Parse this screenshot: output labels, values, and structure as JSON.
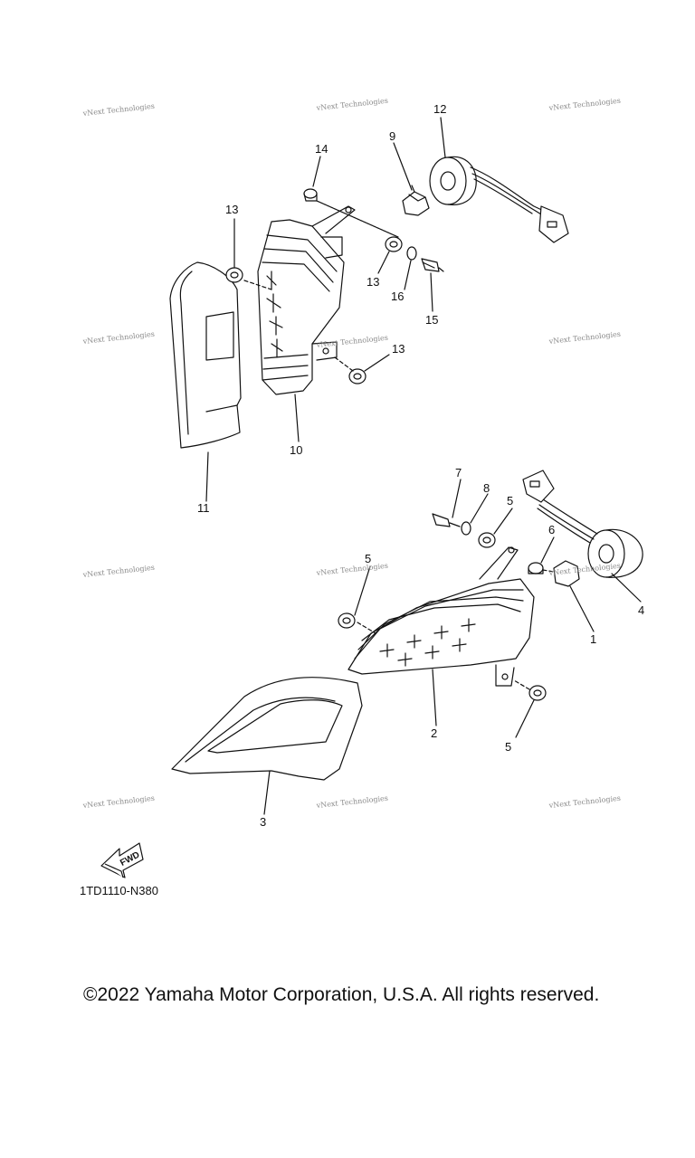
{
  "diagram": {
    "callouts": [
      "1",
      "2",
      "3",
      "4",
      "5",
      "5",
      "5",
      "6",
      "7",
      "8",
      "9",
      "10",
      "11",
      "12",
      "13",
      "13",
      "13",
      "14",
      "15",
      "16"
    ],
    "watermark": "vNext Technologies",
    "arrow_label": "FWD",
    "code": "1TD1110-N380"
  },
  "footer": {
    "copyright": "©2022 Yamaha Motor Corporation, U.S.A. All rights reserved."
  }
}
